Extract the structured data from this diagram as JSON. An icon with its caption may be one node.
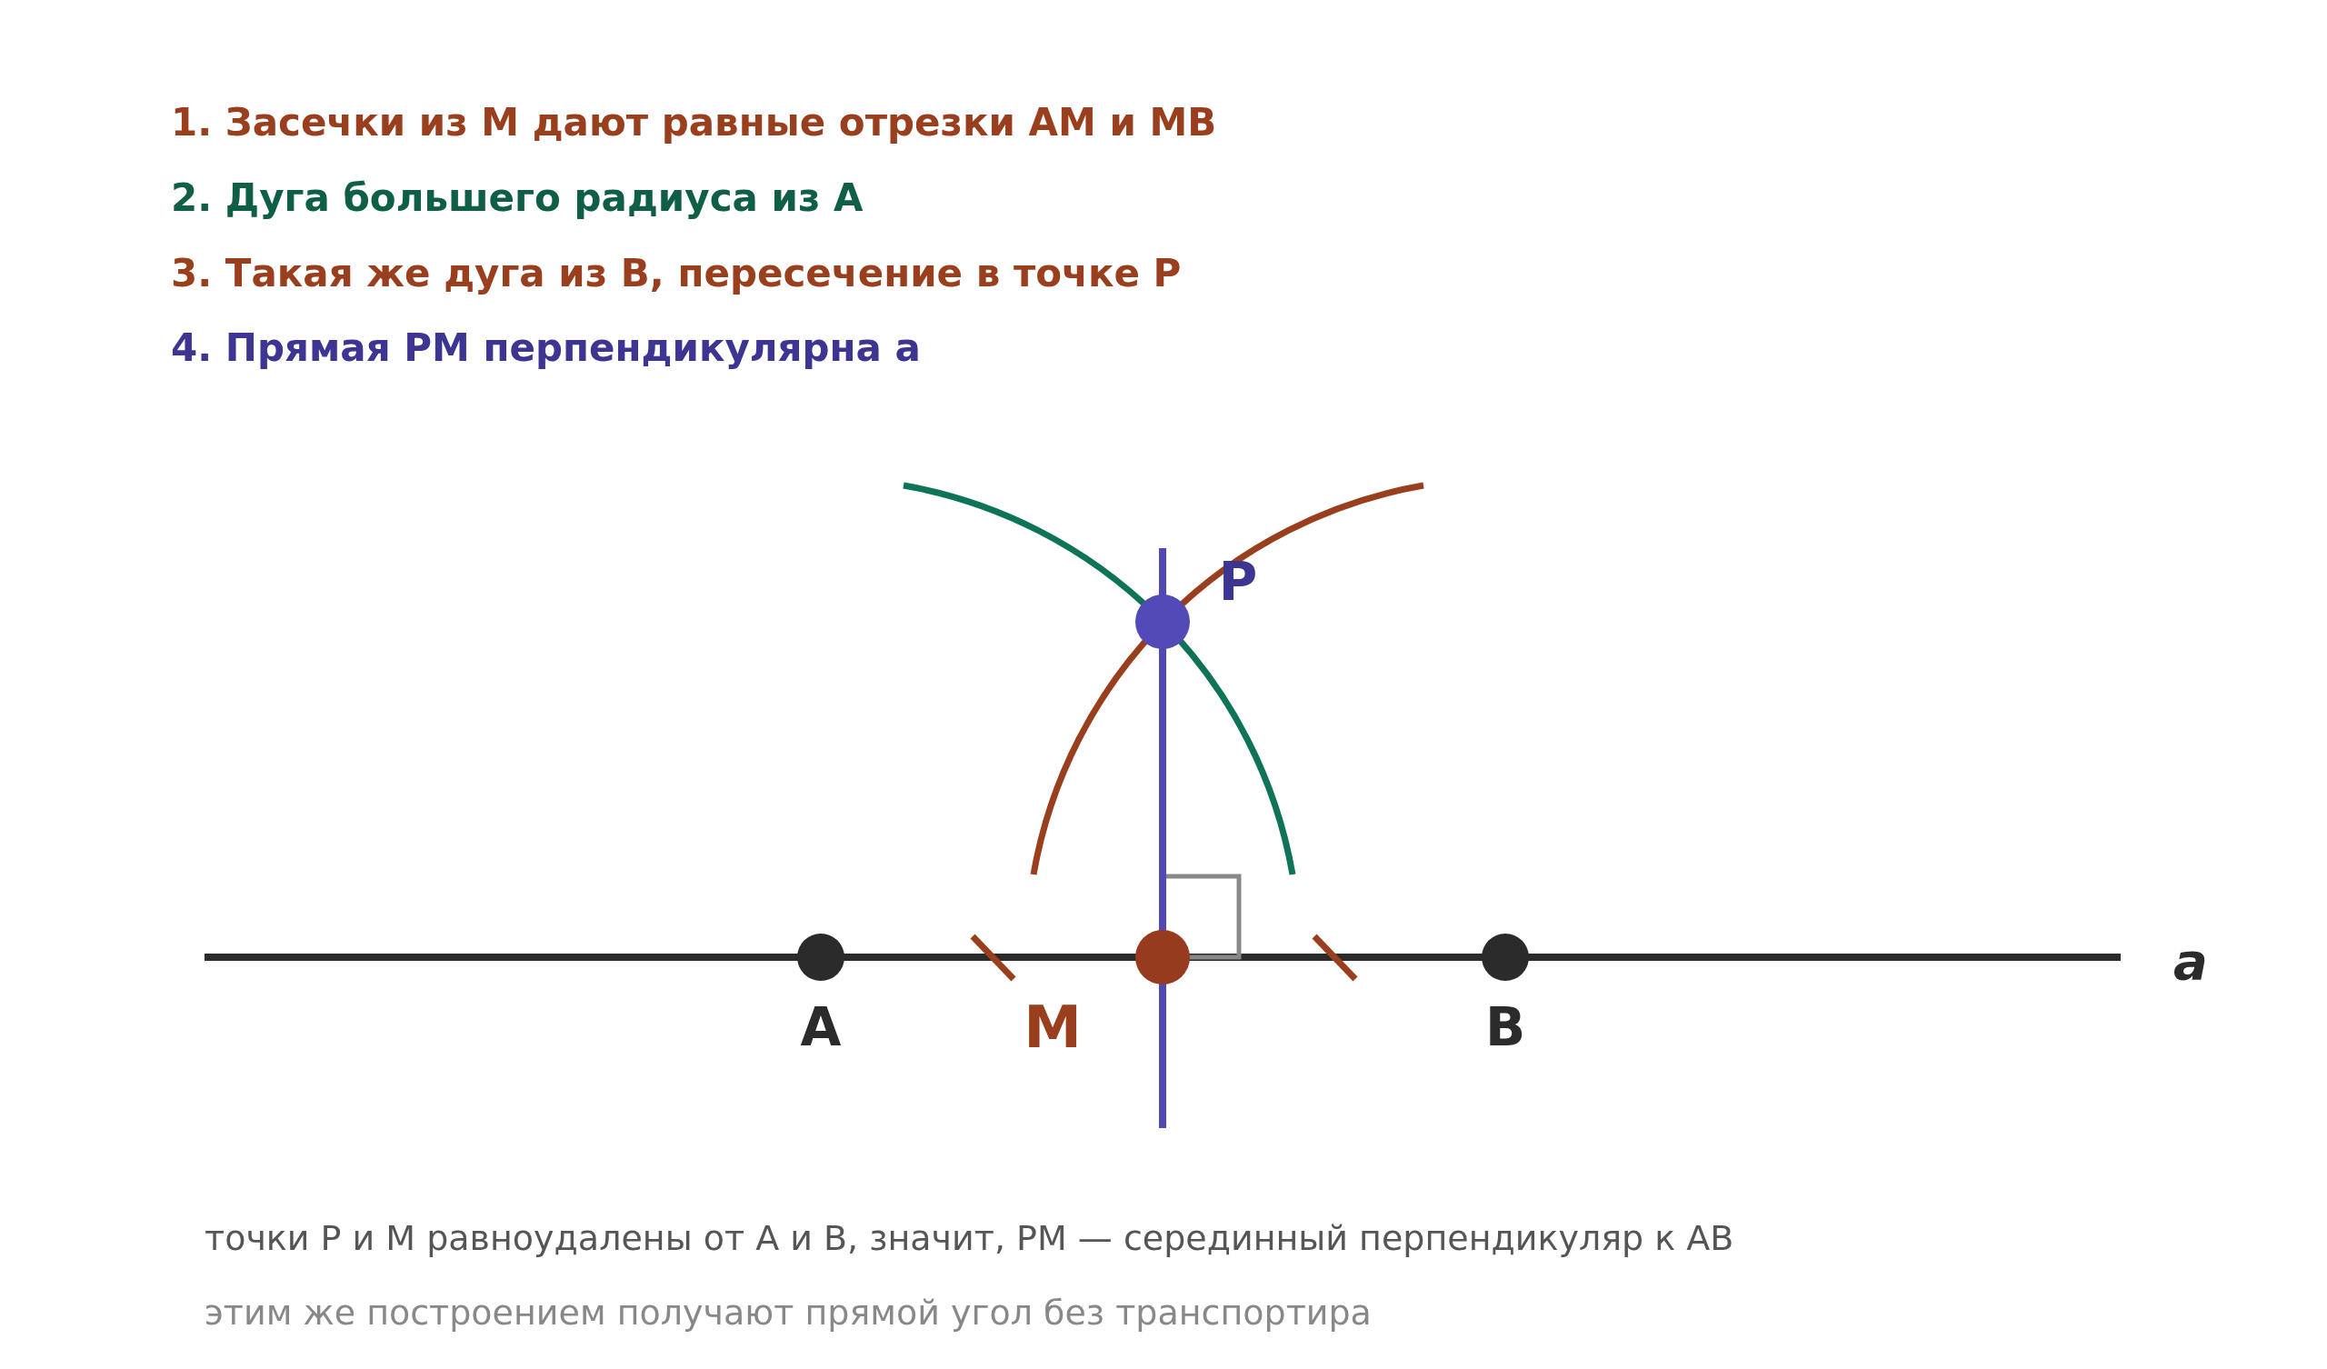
{
  "diagram": {
    "labels": [
      "1. Засечки из M дают равные отрезки AM и MB",
      "2. Дуга большего радиуса из A",
      "3. Такая же дуга из B, пересечение в точке P",
      "4. Прямая PM перпендикулярна a",
      "P",
      "A",
      "M",
      "B",
      "a",
      "точки P и M равноудалены от A и B, значит, PM — серединный перпендикуляр к AB",
      "этим же построением получают прямой угол без транспортира"
    ]
  }
}
